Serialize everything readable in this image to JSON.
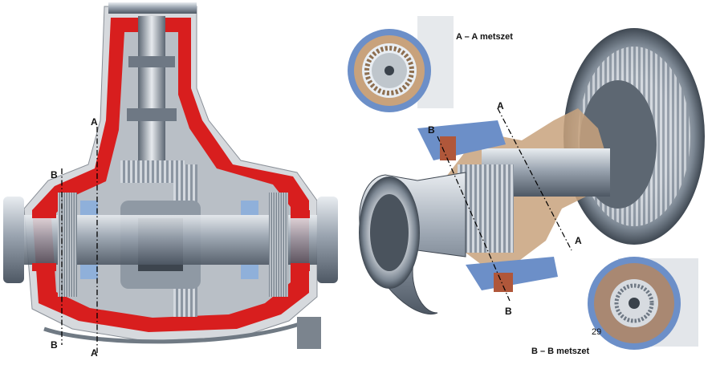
{
  "left_section": {
    "markers": {
      "a_top": "A",
      "a_bottom": "A",
      "b_top": "B",
      "b_bottom": "B"
    }
  },
  "right_view": {
    "caption_aa": "A – A metszet",
    "caption_bb": "B – B metszet",
    "markers": {
      "a_top": "A",
      "a_bottom": "A",
      "b_top": "B",
      "b_bottom": "B"
    },
    "page_number": "29"
  },
  "colors": {
    "housing_red": "#d81e1e",
    "steel": "#9aa4b0",
    "steel_dark": "#5c6672",
    "bronze": "#c8a27c",
    "clutch_blue": "#6c8fc8",
    "clutch_copper": "#b0573a"
  }
}
